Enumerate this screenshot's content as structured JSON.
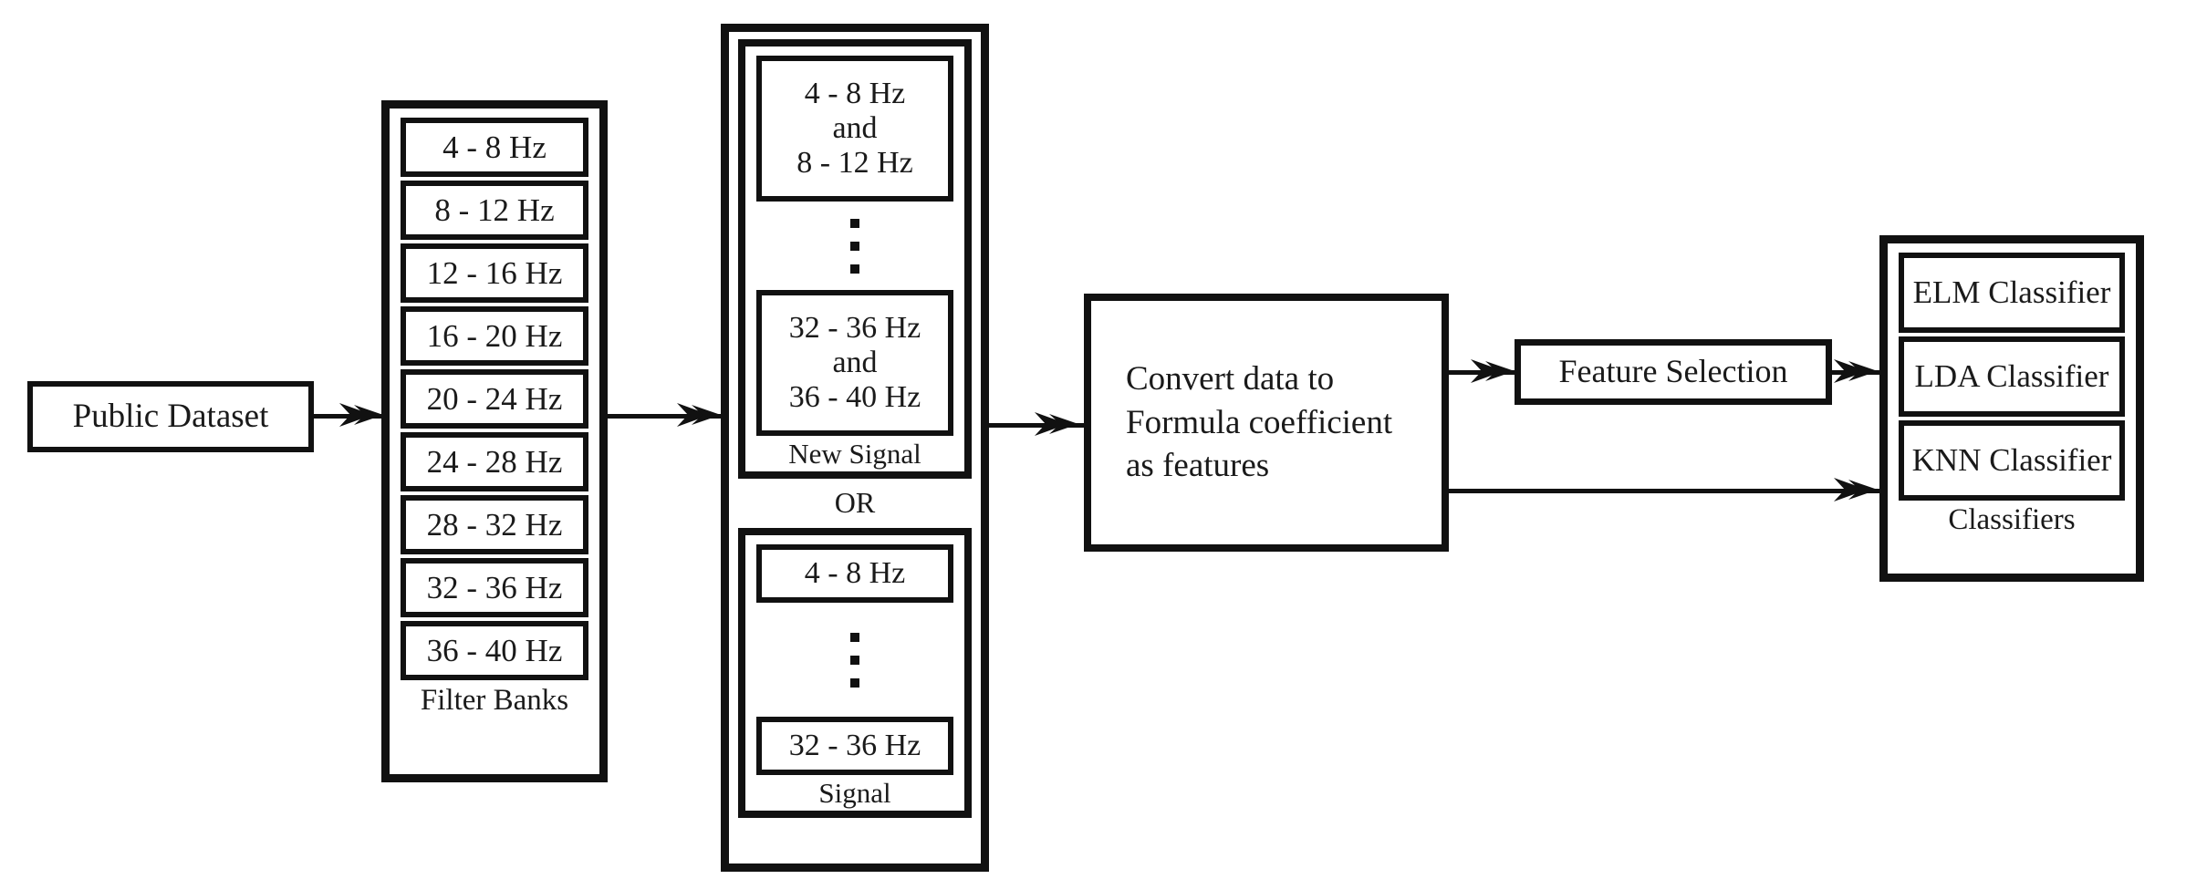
{
  "diagram": {
    "title": "EEG filter-bank feature extraction and classification pipeline",
    "colors": {
      "stroke": "#111111",
      "background": "#ffffff",
      "text": "#1a1a1a"
    }
  },
  "input": {
    "label": "Public Dataset"
  },
  "filter_banks": {
    "group_label": "Filter Banks",
    "bands": [
      "4 - 8 Hz",
      "8 - 12 Hz",
      "12 - 16 Hz",
      "16 - 20 Hz",
      "20 - 24 Hz",
      "24 - 28 Hz",
      "28 - 32 Hz",
      "32 - 36 Hz",
      "36 - 40 Hz"
    ]
  },
  "signal_stage": {
    "or_label": "OR",
    "new_signal": {
      "panel_label": "New Signal",
      "first_box": "4 - 8 Hz\nand\n8 - 12 Hz",
      "last_box": "32 - 36 Hz\nand\n36 - 40 Hz",
      "ellipsis": "vertical-dots"
    },
    "signal": {
      "panel_label": "Signal",
      "first_box": "4 - 8 Hz",
      "last_box": "32 - 36 Hz",
      "ellipsis": "vertical-dots"
    }
  },
  "convert": {
    "label": "Convert data to\nFormula coefficient\nas features"
  },
  "feature_selection": {
    "label": "Feature Selection"
  },
  "classifiers": {
    "group_label": "Classifiers",
    "items": [
      "ELM Classifier",
      "LDA Classifier",
      "KNN Classifier"
    ]
  },
  "connectors": [
    {
      "name": "dataset-to-filter-banks",
      "from": "Public Dataset",
      "to": "Filter Banks",
      "arrow": "double-chevron"
    },
    {
      "name": "filter-banks-to-signal-stage",
      "from": "Filter Banks",
      "to": "Signal Stage",
      "arrow": "double-chevron"
    },
    {
      "name": "signal-stage-to-convert",
      "from": "Signal Stage",
      "to": "Convert data",
      "arrow": "double-chevron"
    },
    {
      "name": "convert-to-feature-selection",
      "from": "Convert data",
      "to": "Feature Selection",
      "arrow": "double-chevron"
    },
    {
      "name": "feature-selection-to-classifiers",
      "from": "Feature Selection",
      "to": "Classifiers",
      "arrow": "double-chevron"
    },
    {
      "name": "convert-to-knn",
      "from": "Convert data",
      "to": "KNN Classifier",
      "arrow": "double-chevron"
    }
  ]
}
